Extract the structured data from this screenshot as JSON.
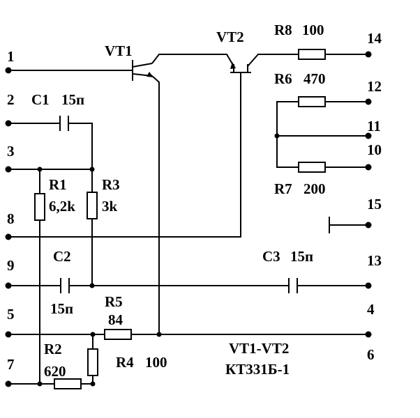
{
  "pins": {
    "p1": "1",
    "p2": "2",
    "p3": "3",
    "p8": "8",
    "p9": "9",
    "p5": "5",
    "p7": "7",
    "p14": "14",
    "p12": "12",
    "p11": "11",
    "p10": "10",
    "p15": "15",
    "p13": "13",
    "p4": "4",
    "p6": "6"
  },
  "components": {
    "vt1": "VT1",
    "vt2": "VT2",
    "r8": "R8",
    "r8_value": "100",
    "r6": "R6",
    "r6_value": "470",
    "r7": "R7",
    "r7_value": "200",
    "c1": "C1",
    "c1_value": "15п",
    "r1": "R1",
    "r1_value": "6,2k",
    "r3": "R3",
    "r3_value": "3k",
    "c2": "C2",
    "c2_value": "15п",
    "c3": "C3",
    "c3_value": "15п",
    "r5": "R5",
    "r5_value": "84",
    "r2": "R2",
    "r2_value": "620",
    "r4": "R4",
    "r4_value": "100"
  },
  "notes": {
    "transistors": "VT1-VT2",
    "type": "КТ331Б-1"
  }
}
